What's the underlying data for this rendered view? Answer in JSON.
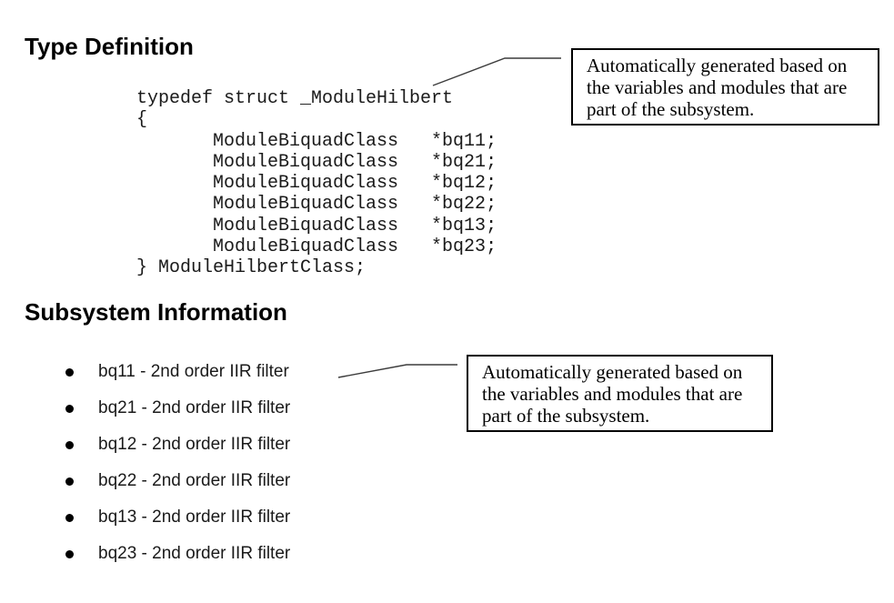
{
  "document": {
    "background_color": "#ffffff",
    "text_color": "#000000"
  },
  "type_definition": {
    "heading": "Type Definition",
    "code_lines": [
      "typedef struct _ModuleHilbert",
      "{",
      "       ModuleBiquadClass   *bq11;",
      "       ModuleBiquadClass   *bq21;",
      "       ModuleBiquadClass   *bq12;",
      "       ModuleBiquadClass   *bq22;",
      "       ModuleBiquadClass   *bq13;",
      "       ModuleBiquadClass   *bq23;",
      "} ModuleHilbertClass;"
    ]
  },
  "subsystem_information": {
    "heading": "Subsystem Information",
    "items": [
      "bq11 - 2nd order IIR filter",
      "bq21 - 2nd order IIR filter",
      "bq12 - 2nd order IIR filter",
      "bq22 - 2nd order IIR filter",
      "bq13 - 2nd order IIR filter",
      "bq23 - 2nd order IIR filter"
    ]
  },
  "callout_top": {
    "lines": [
      "Automatically generated based on",
      "the variables and modules that are",
      "part of the subsystem."
    ]
  },
  "callout_bottom": {
    "lines": [
      "Automatically generated based on",
      "the variables and modules that are",
      "part of the subsystem."
    ]
  }
}
